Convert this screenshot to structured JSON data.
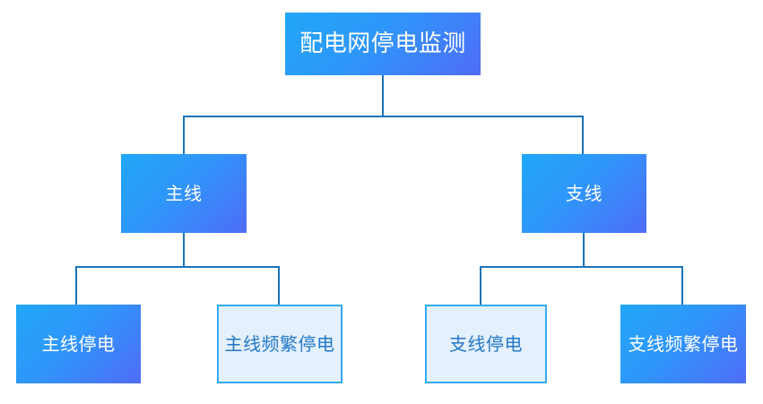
{
  "diagram": {
    "type": "tree-hierarchy",
    "orientation": "top-down",
    "background_color": "#ffffff",
    "levels": 3,
    "nodes": {
      "root": {
        "label": "配电网停电监测",
        "style": "filled",
        "gradient_from": "#21a7f7",
        "gradient_to": "#4f6cf7",
        "text_color": "#ffffff"
      },
      "main_line": {
        "label": "主线",
        "style": "filled",
        "gradient_from": "#21a7f7",
        "gradient_to": "#4f6cf7",
        "text_color": "#ffffff"
      },
      "branch_line": {
        "label": "支线",
        "style": "filled",
        "gradient_from": "#21a7f7",
        "gradient_to": "#4f6cf7",
        "text_color": "#ffffff"
      },
      "main_outage": {
        "label": "主线停电",
        "style": "filled",
        "gradient_from": "#21a7f7",
        "gradient_to": "#4f6cf7",
        "text_color": "#ffffff"
      },
      "main_frequent_outage": {
        "label": "主线频繁停电",
        "style": "outlined",
        "fill_color": "#e4f0fb",
        "border_color": "#35aaf0",
        "text_color": "#2479c8"
      },
      "branch_outage": {
        "label": "支线停电",
        "style": "outlined",
        "fill_color": "#e4f0fb",
        "border_color": "#35aaf0",
        "text_color": "#2479c8"
      },
      "branch_frequent_outage": {
        "label": "支线频繁停电",
        "style": "filled",
        "gradient_from": "#21a7f7",
        "gradient_to": "#4f6cf7",
        "text_color": "#ffffff"
      }
    },
    "connectors": {
      "line_color": "#1b73b8",
      "line_width": 2,
      "edges": [
        {
          "from": "root",
          "to": "main_line"
        },
        {
          "from": "root",
          "to": "branch_line"
        },
        {
          "from": "main_line",
          "to": "main_outage"
        },
        {
          "from": "main_line",
          "to": "main_frequent_outage"
        },
        {
          "from": "branch_line",
          "to": "branch_outage"
        },
        {
          "from": "branch_line",
          "to": "branch_frequent_outage"
        }
      ]
    }
  }
}
